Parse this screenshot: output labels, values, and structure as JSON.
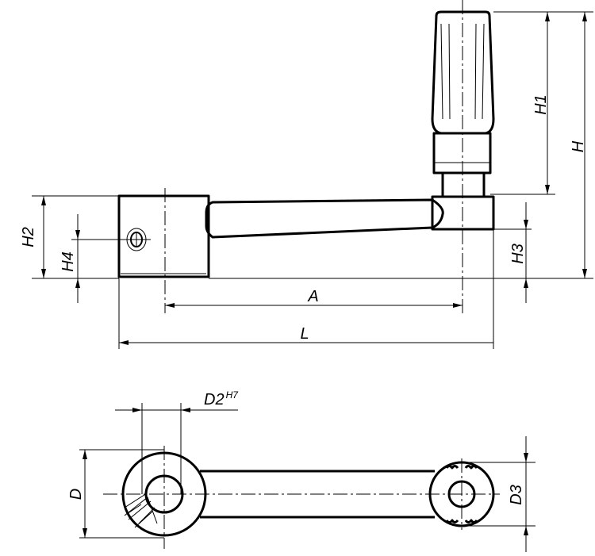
{
  "title": "Crank handle technical drawing",
  "dimensions": {
    "H": "H",
    "H1": "H1",
    "H2": "H2",
    "H3": "H3",
    "H4": "H4",
    "A": "A",
    "L": "L",
    "D": "D",
    "D2": "D2",
    "D2_tolerance": "H7",
    "D3": "D3"
  },
  "colors": {
    "line": "#000000",
    "background": "#ffffff"
  }
}
